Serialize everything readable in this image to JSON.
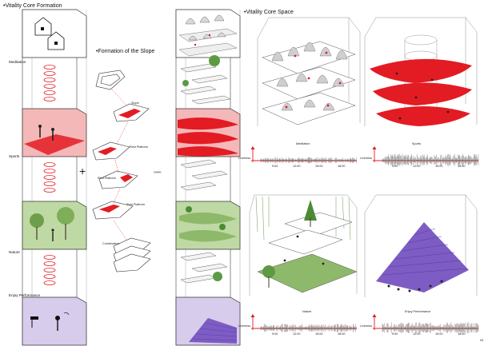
{
  "headings": {
    "vitality_core_formation": "•Vitality Core Formation",
    "formation_of_slope": "•Formation of the Slope",
    "vitality_core_space": "•Vitality Core Space"
  },
  "tower_labels": {
    "meditation": "Meditation",
    "sports": "Sports",
    "nature": "Nature",
    "enjoy_performance": "Enjoy Performance"
  },
  "slope_steps": {
    "slope": "Slope",
    "rest_platform_1": "Rest Platform",
    "rest_platform_2": "Rest Platform",
    "rest_platform_3": "Rest Platform",
    "combination": "Combination"
  },
  "operators": {
    "plus": "+",
    "arrow": "»»»»"
  },
  "spaces": [
    {
      "name": "Meditation",
      "liveness_label": "Liveness",
      "times": [
        "9:00",
        "12:00",
        "15:00",
        "18:00"
      ]
    },
    {
      "name": "Sports",
      "liveness_label": "Liveness",
      "times": [
        "9:00",
        "12:00",
        "15:00",
        "18:00"
      ]
    },
    {
      "name": "Nature",
      "liveness_label": "Liveness",
      "times": [
        "9:00",
        "12:00",
        "15:00",
        "18:00"
      ]
    },
    {
      "name": "Enjoy Performance",
      "liveness_label": "Liveness",
      "times": [
        "9:00",
        "12:00",
        "15:00",
        "18:00"
      ]
    }
  ],
  "page_number": "03",
  "colors": {
    "accent_red": "#e31b23",
    "nature_green": "#8fb96a",
    "performance_purple": "#7d5cc4",
    "line_gray": "#555555"
  }
}
